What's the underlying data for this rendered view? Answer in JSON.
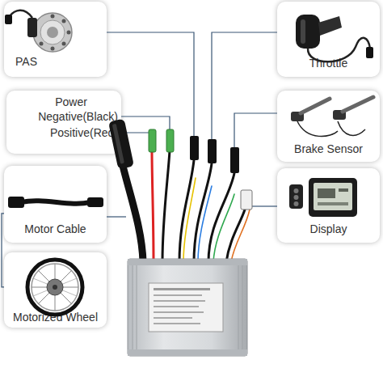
{
  "diagram": {
    "nodes": [
      {
        "text": [
          "PAS"
        ]
      },
      {
        "text": [
          "Throttle"
        ]
      },
      {
        "text": [
          "Power",
          "Negative(Black)",
          "Positive(Red)"
        ]
      },
      {
        "text": [
          "Brake Sensor"
        ]
      },
      {
        "text": [
          "Motor Cable"
        ]
      },
      {
        "text": [
          "Display"
        ]
      },
      {
        "text": [
          "Motorized Wheel"
        ]
      }
    ],
    "edges": [
      {
        "from": 4,
        "to": 6,
        "arrow": "none"
      }
    ]
  }
}
